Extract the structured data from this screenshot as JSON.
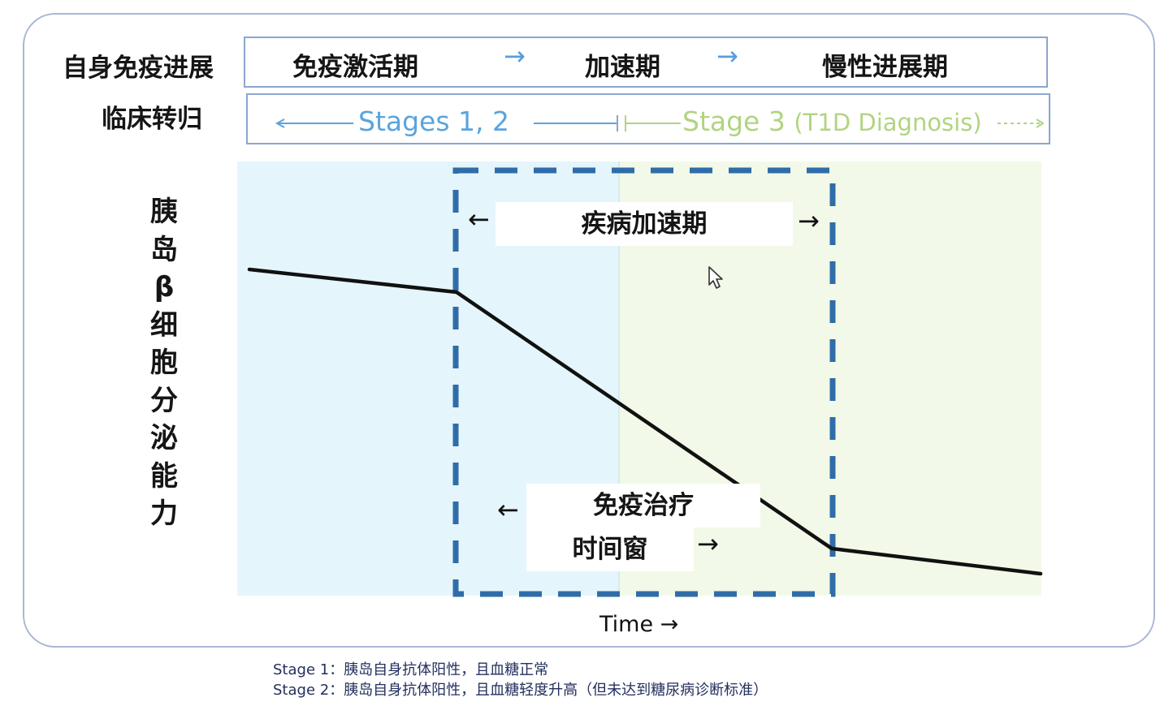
{
  "rows": {
    "phase_label": "自身免疫进展",
    "stage_label": "临床转归"
  },
  "phases": [
    {
      "label": "免疫激活期"
    },
    {
      "label": "加速期"
    },
    {
      "label": "慢性进展期"
    }
  ],
  "phase_arrow": "→",
  "stages": {
    "left": "Stages 1, 2",
    "right_main": "Stage 3 ",
    "right_sub": "(T1D Diagnosis)"
  },
  "y_axis_label": "胰岛β细胞分泌能力",
  "acceleration_label": "疾病加速期",
  "treatment_window": {
    "line1": "免疫治疗",
    "line2": "时间窗"
  },
  "x_axis_label": "Time →",
  "arrows": {
    "left": "←",
    "right": "→"
  },
  "footnotes": [
    "Stage 1：胰岛自身抗体阳性，且血糖正常",
    "Stage 2：胰岛自身抗体阳性，且血糖轻度升高（但未达到糖尿病诊断标准）"
  ],
  "colors": {
    "blue_zone": "#e5f5fc",
    "green_zone": "#f2f9e8",
    "dashed_box": "#2f6da8",
    "decline_line": "#111111",
    "stage_blue": "#5aa4dd",
    "stage_green": "#b1d481",
    "arrow_blue": "#5a9be0"
  },
  "icons": {
    "cursor": "mouse-pointer-icon"
  }
}
